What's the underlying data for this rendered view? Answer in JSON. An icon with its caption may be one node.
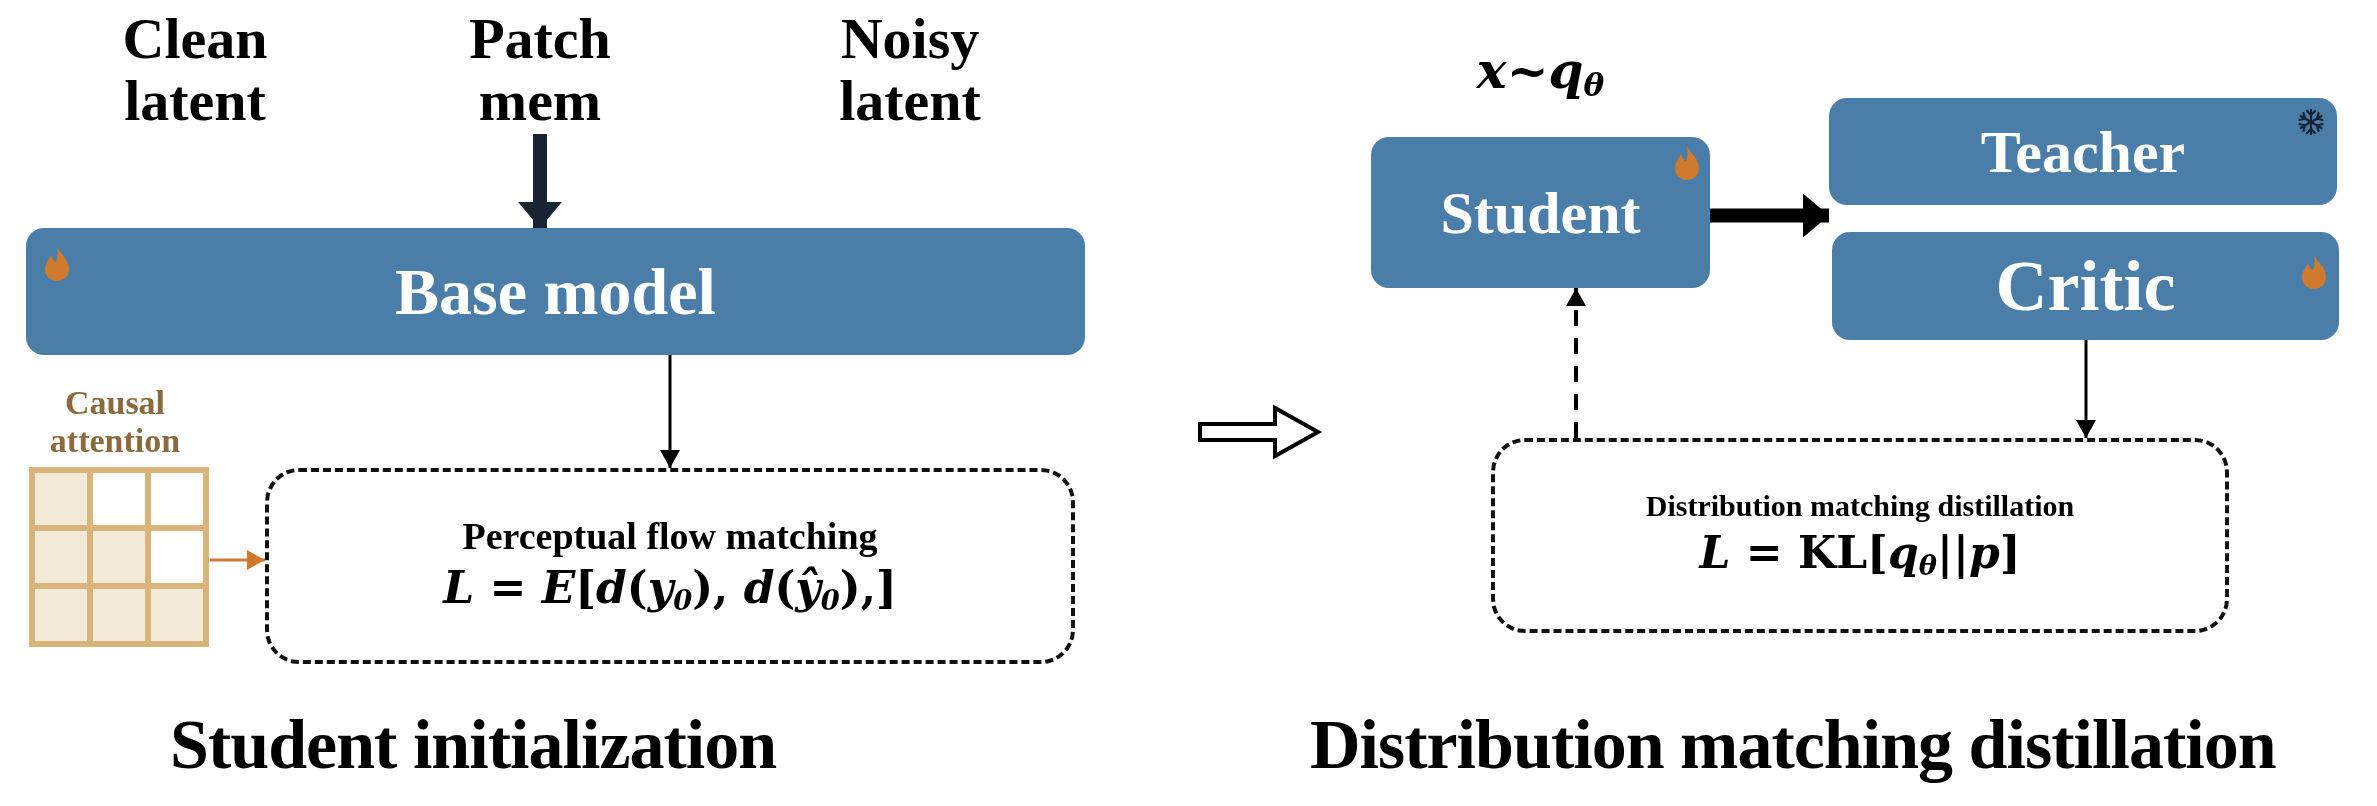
{
  "diagram": {
    "nodes": [
      {
        "text": [
          "Patch mem"
        ]
      },
      {
        "text": [
          "Base model"
        ]
      },
      {
        "text": [
          "Causal attention"
        ]
      },
      {
        "text": [
          "Perceptual flow matching",
          "*L* = *E*[*d*(*y*$_{0}$), *d*(*ŷ*$_{0}$),]"
        ]
      },
      {
        "text": [
          "Student"
        ],
        "beside": [
          "*x*~*q*$_{θ}$"
        ]
      },
      {
        "text": [
          "Teacher"
        ]
      },
      {
        "text": [
          "Critic"
        ]
      },
      {
        "text": [
          "Distribution matching distillation",
          "*L* = KL[*q*$_{θ}$||*p*]"
        ]
      }
    ],
    "edges": [
      {
        "from": 0,
        "to": 1,
        "arrow": "to",
        "style": "thick",
        "color": "#1a2333"
      },
      {
        "from": 1,
        "to": 3,
        "arrow": "to"
      },
      {
        "from": 2,
        "to": 3,
        "arrow": "to",
        "color": "#d07a2e"
      },
      {
        "from": 4,
        "to": 5,
        "arrow": "to",
        "style": "thick"
      },
      {
        "from": 4,
        "to": 6,
        "arrow": "to",
        "style": "thick"
      },
      {
        "from": 6,
        "to": 7,
        "arrow": "to"
      },
      {
        "from": 7,
        "to": 4,
        "arrow": "to",
        "style": "dashed"
      }
    ],
    "labels": [
      "Clean latent",
      "Noisy latent",
      "Student initialization",
      "Distribution matching distillation"
    ]
  }
}
